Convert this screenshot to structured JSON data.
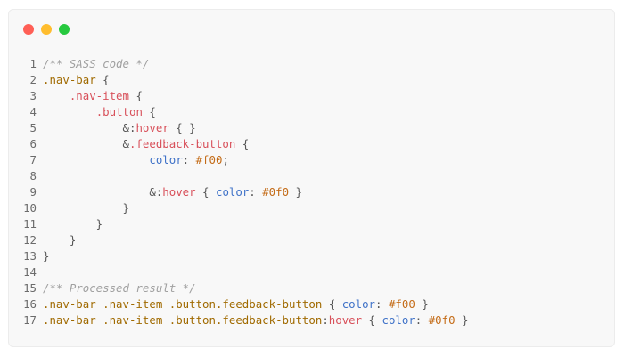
{
  "window_controls": {
    "close_color": "#ff5f56",
    "minimize_color": "#ffbd2e",
    "maximize_color": "#27c93f"
  },
  "code": {
    "language": "SASS",
    "lines": [
      {
        "n": "1",
        "tokens": [
          {
            "t": "/** SASS code */",
            "c": "comment"
          }
        ]
      },
      {
        "n": "2",
        "tokens": [
          {
            "t": ".nav-bar",
            "c": "selector"
          },
          {
            "t": " {",
            "c": "punct"
          }
        ]
      },
      {
        "n": "3",
        "tokens": [
          {
            "t": "    ",
            "c": "plain"
          },
          {
            "t": ".nav-item",
            "c": "nested"
          },
          {
            "t": " {",
            "c": "punct"
          }
        ]
      },
      {
        "n": "4",
        "tokens": [
          {
            "t": "        ",
            "c": "plain"
          },
          {
            "t": ".button",
            "c": "nested"
          },
          {
            "t": " {",
            "c": "punct"
          }
        ]
      },
      {
        "n": "5",
        "tokens": [
          {
            "t": "            &:",
            "c": "plain"
          },
          {
            "t": "hover",
            "c": "nested"
          },
          {
            "t": " { }",
            "c": "punct"
          }
        ]
      },
      {
        "n": "6",
        "tokens": [
          {
            "t": "            &",
            "c": "plain"
          },
          {
            "t": ".feedback-button",
            "c": "nested"
          },
          {
            "t": " {",
            "c": "punct"
          }
        ]
      },
      {
        "n": "7",
        "tokens": [
          {
            "t": "                ",
            "c": "plain"
          },
          {
            "t": "color",
            "c": "prop"
          },
          {
            "t": ": ",
            "c": "punct"
          },
          {
            "t": "#f00",
            "c": "value"
          },
          {
            "t": ";",
            "c": "punct"
          }
        ]
      },
      {
        "n": "8",
        "tokens": []
      },
      {
        "n": "9",
        "tokens": [
          {
            "t": "                &:",
            "c": "plain"
          },
          {
            "t": "hover",
            "c": "nested"
          },
          {
            "t": " { ",
            "c": "punct"
          },
          {
            "t": "color",
            "c": "prop"
          },
          {
            "t": ": ",
            "c": "punct"
          },
          {
            "t": "#0f0",
            "c": "value"
          },
          {
            "t": " }",
            "c": "punct"
          }
        ]
      },
      {
        "n": "10",
        "tokens": [
          {
            "t": "            }",
            "c": "punct"
          }
        ]
      },
      {
        "n": "11",
        "tokens": [
          {
            "t": "        }",
            "c": "punct"
          }
        ]
      },
      {
        "n": "12",
        "tokens": [
          {
            "t": "    }",
            "c": "punct"
          }
        ]
      },
      {
        "n": "13",
        "tokens": [
          {
            "t": "}",
            "c": "punct"
          }
        ]
      },
      {
        "n": "14",
        "tokens": []
      },
      {
        "n": "15",
        "tokens": [
          {
            "t": "/** Processed result */",
            "c": "comment"
          }
        ]
      },
      {
        "n": "16",
        "tokens": [
          {
            "t": ".nav-bar .nav-item .button.feedback-button",
            "c": "selector"
          },
          {
            "t": " { ",
            "c": "punct"
          },
          {
            "t": "color",
            "c": "prop"
          },
          {
            "t": ": ",
            "c": "punct"
          },
          {
            "t": "#f00",
            "c": "value"
          },
          {
            "t": " }",
            "c": "punct"
          }
        ]
      },
      {
        "n": "17",
        "tokens": [
          {
            "t": ".nav-bar .nav-item .button.feedback-button",
            "c": "selector"
          },
          {
            "t": ":",
            "c": "punct"
          },
          {
            "t": "hover",
            "c": "nested"
          },
          {
            "t": " { ",
            "c": "punct"
          },
          {
            "t": "color",
            "c": "prop"
          },
          {
            "t": ": ",
            "c": "punct"
          },
          {
            "t": "#0f0",
            "c": "value"
          },
          {
            "t": " }",
            "c": "punct"
          }
        ]
      }
    ]
  }
}
